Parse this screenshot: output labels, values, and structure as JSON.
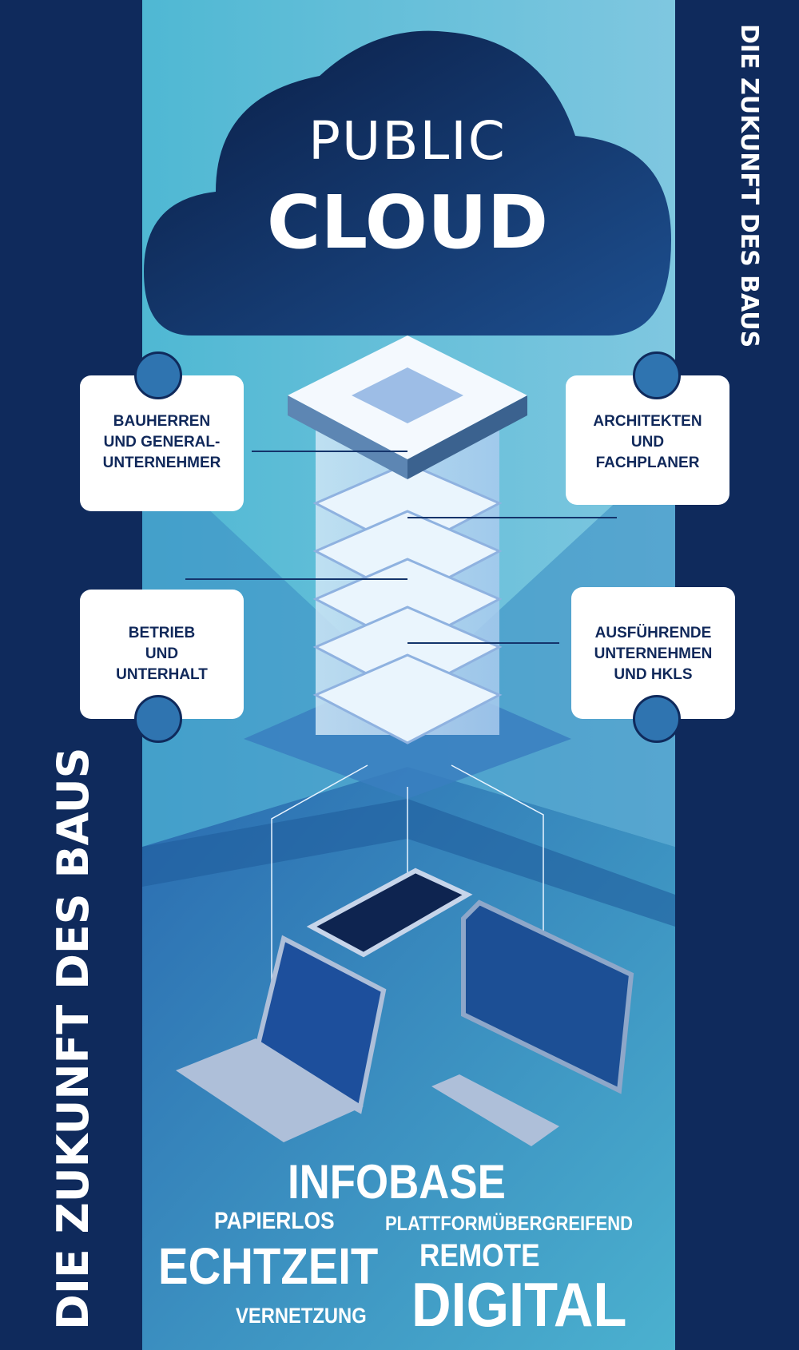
{
  "cloud": {
    "line1": "PUBLIC",
    "line2": "CLOUD"
  },
  "side_text": "DIE ZUKUNFT DES BAUS",
  "stakeholders": [
    {
      "label": "BAUHERREN UND GENERAL- UNTERNEHMER",
      "lines": [
        "BAUHERREN",
        "UND GENERAL-",
        "UNTERNEHMER"
      ],
      "icon": "person-icon"
    },
    {
      "label": "ARCHITEKTEN UND FACHPLANER",
      "lines": [
        "ARCHITEKTEN",
        "UND",
        "FACHPLANER"
      ],
      "icon": "person-icon"
    },
    {
      "label": "BETRIEB UND UNTERHALT",
      "lines": [
        "BETRIEB",
        "UND",
        "UNTERHALT"
      ],
      "icon": "person-icon"
    },
    {
      "label": "AUSFÜHRENDE UNTERNEHMEN UND HKLS",
      "lines": [
        "AUSFÜHRENDE",
        "UNTERNEHMEN",
        "UND HKLS"
      ],
      "icon": "person-icon"
    }
  ],
  "keywords": [
    "INFOBASE",
    "PAPIERLOS",
    "PLATTFORMÜBERGREIFEND",
    "ECHTZEIT",
    "REMOTE",
    "VERNETZUNG",
    "DIGITAL"
  ],
  "colors": {
    "dark_navy": "#0f2a5c",
    "mid_blue": "#2f74b0",
    "light_cyan": "#5ec3d8",
    "label_text": "#10285a"
  }
}
